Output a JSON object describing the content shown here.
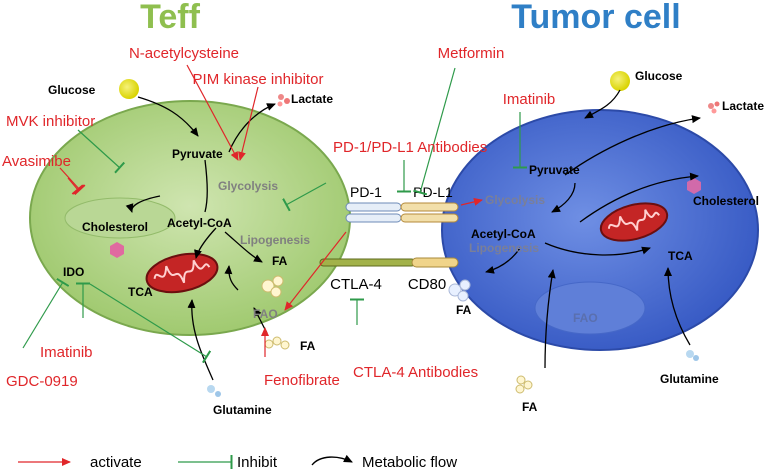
{
  "titles": {
    "left": "Teff",
    "right": "Tumor cell"
  },
  "colors": {
    "teff_fill": "#a9cf7c",
    "tumor_fill": "#4a6ed1",
    "teff_title": "#8fbf4f",
    "tumor_title": "#2f7fc6",
    "activate": "#e0262a",
    "inhibit": "#2e9a4a",
    "flow": "#000000",
    "muted": "#808080"
  },
  "teff": {
    "glucose": "Glucose",
    "lactate": "Lactate",
    "pyruvate": "Pyruvate",
    "glycolysis": "Glycolysis",
    "cholesterol": "Cholesterol",
    "acetyl_coa": "Acetyl-CoA",
    "lipogenesis": "Lipogenesis",
    "fa_out": "FA",
    "ido": "IDO",
    "tca": "TCA",
    "fao": "FAO",
    "fa_in": "FA",
    "glutamine": "Glutamine"
  },
  "tumor": {
    "glucose": "Glucose",
    "lactate": "Lactate",
    "pyruvate": "Pyruvate",
    "glycolysis": "Glycolysis",
    "cholesterol": "Cholesterol",
    "acetyl_coa": "Acetyl-CoA",
    "lipogenesis": "Lipogenesis",
    "tca": "TCA",
    "fa_out": "FA",
    "fao": "FAO",
    "fa_in": "FA",
    "glutamine": "Glutamine"
  },
  "receptors": {
    "pd1": "PD-1",
    "pdl1": "PD-L1",
    "ctla4": "CTLA-4",
    "cd80": "CD80"
  },
  "drugs": {
    "n_acetylcysteine": "N-acetylcysteine",
    "pim_kinase": "PIM kinase inhibitor",
    "mvk": "MVK inhibitor",
    "avasimibe": "Avasimibe",
    "imatinib_left": "Imatinib",
    "gdc": "GDC-0919",
    "fenofibrate": "Fenofibrate",
    "ctla4_ab": "CTLA-4 Antibodies",
    "pd_ab": "PD-1/PD-L1 Antibodies",
    "metformin": "Metformin",
    "imatinib_right": "Imatinib"
  },
  "legend": {
    "activate": "activate",
    "inhibit": "Inhibit",
    "flow": "Metabolic flow"
  }
}
